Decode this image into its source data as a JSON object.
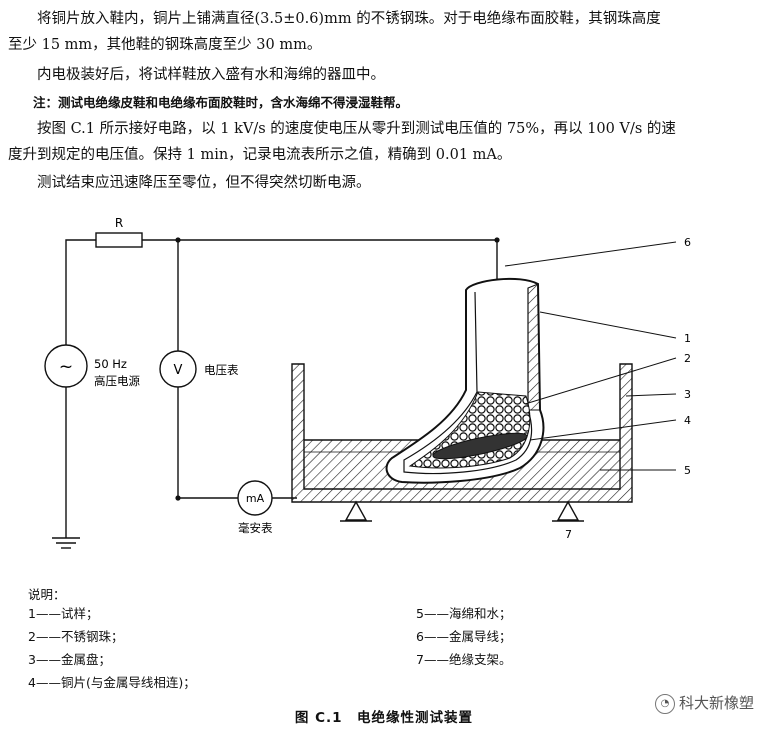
{
  "paragraphs": [
    "　　将铜片放入鞋内，铜片上铺满直径(3.5±0.6)mm 的不锈钢珠。对于电绝缘布面胶鞋，其钢珠高度",
    "至少 15 mm，其他鞋的钢珠高度至少 30 mm。",
    "　　内电极装好后，将试样鞋放入盛有水和海绵的器皿中。",
    "　　注：测试电绝缘皮鞋和电绝缘布面胶鞋时，含水海绵不得浸湿鞋帮。",
    "　　按图 C.1 所示接好电路，以 1 kV/s 的速度使电压从零升到测试电压值的 75%，再以 100 V/s 的速",
    "度升到规定的电压值。保持 1 min，记录电流表所示之值，精确到 0.01 mA。",
    "　　测试结束应迅速降压至零位，但不得突然切断电源。"
  ],
  "diagram": {
    "resistor_label": "R",
    "source_symbol": "~",
    "source_label_1": "50 Hz",
    "source_label_2": "高压电源",
    "voltmeter_symbol": "V",
    "voltmeter_label": "电压表",
    "ammeter_symbol": "mA",
    "ammeter_label": "毫安表",
    "callouts": [
      "1",
      "2",
      "3",
      "4",
      "5",
      "6",
      "7"
    ]
  },
  "legend": {
    "title": "说明：",
    "left": [
      "1——试样；",
      "2——不锈钢珠；",
      "3——金属盘；",
      "4——铜片(与金属导线相连)；"
    ],
    "right": [
      "5——海绵和水；",
      "6——金属导线；",
      "7——绝缘支架。"
    ]
  },
  "caption": "图 C.1　电绝缘性测试装置",
  "watermark": "科大新橡塑"
}
